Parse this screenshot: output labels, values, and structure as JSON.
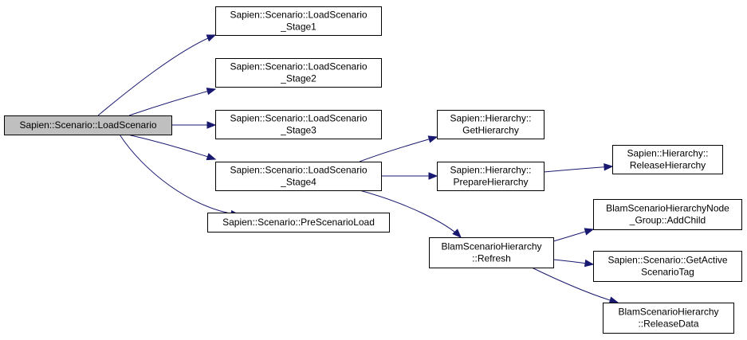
{
  "nodes": [
    {
      "id": "root",
      "lines": [
        "Sapien::Scenario::LoadScenario"
      ]
    },
    {
      "id": "stage1",
      "lines": [
        "Sapien::Scenario::LoadScenario",
        "_Stage1"
      ]
    },
    {
      "id": "stage2",
      "lines": [
        "Sapien::Scenario::LoadScenario",
        "_Stage2"
      ]
    },
    {
      "id": "stage3",
      "lines": [
        "Sapien::Scenario::LoadScenario",
        "_Stage3"
      ]
    },
    {
      "id": "stage4",
      "lines": [
        "Sapien::Scenario::LoadScenario",
        "_Stage4"
      ]
    },
    {
      "id": "prescenarioload",
      "lines": [
        "Sapien::Scenario::PreScenarioLoad"
      ]
    },
    {
      "id": "gethierarchy",
      "lines": [
        "Sapien::Hierarchy::",
        "GetHierarchy"
      ]
    },
    {
      "id": "preparehierarchy",
      "lines": [
        "Sapien::Hierarchy::",
        "PrepareHierarchy"
      ]
    },
    {
      "id": "releasehierarchy",
      "lines": [
        "Sapien::Hierarchy::",
        "ReleaseHierarchy"
      ]
    },
    {
      "id": "refresh",
      "lines": [
        "BlamScenarioHierarchy",
        "::Refresh"
      ]
    },
    {
      "id": "addchild",
      "lines": [
        "BlamScenarioHierarchyNode",
        "_Group::AddChild"
      ]
    },
    {
      "id": "getactivescenariotag",
      "lines": [
        "Sapien::Scenario::GetActive",
        "ScenarioTag"
      ]
    },
    {
      "id": "releasedata",
      "lines": [
        "BlamScenarioHierarchy",
        "::ReleaseData"
      ]
    }
  ],
  "edges": [
    {
      "from": "root",
      "to": "stage1"
    },
    {
      "from": "root",
      "to": "stage2"
    },
    {
      "from": "root",
      "to": "stage3"
    },
    {
      "from": "root",
      "to": "stage4"
    },
    {
      "from": "root",
      "to": "prescenarioload"
    },
    {
      "from": "stage4",
      "to": "gethierarchy"
    },
    {
      "from": "stage4",
      "to": "preparehierarchy"
    },
    {
      "from": "stage4",
      "to": "refresh"
    },
    {
      "from": "preparehierarchy",
      "to": "releasehierarchy"
    },
    {
      "from": "refresh",
      "to": "addchild"
    },
    {
      "from": "refresh",
      "to": "getactivescenariotag"
    },
    {
      "from": "refresh",
      "to": "releasedata"
    }
  ],
  "colors": {
    "edge": "#191970",
    "root_fill": "#bfbfbf",
    "node_fill": "#ffffff",
    "border": "#000000"
  }
}
